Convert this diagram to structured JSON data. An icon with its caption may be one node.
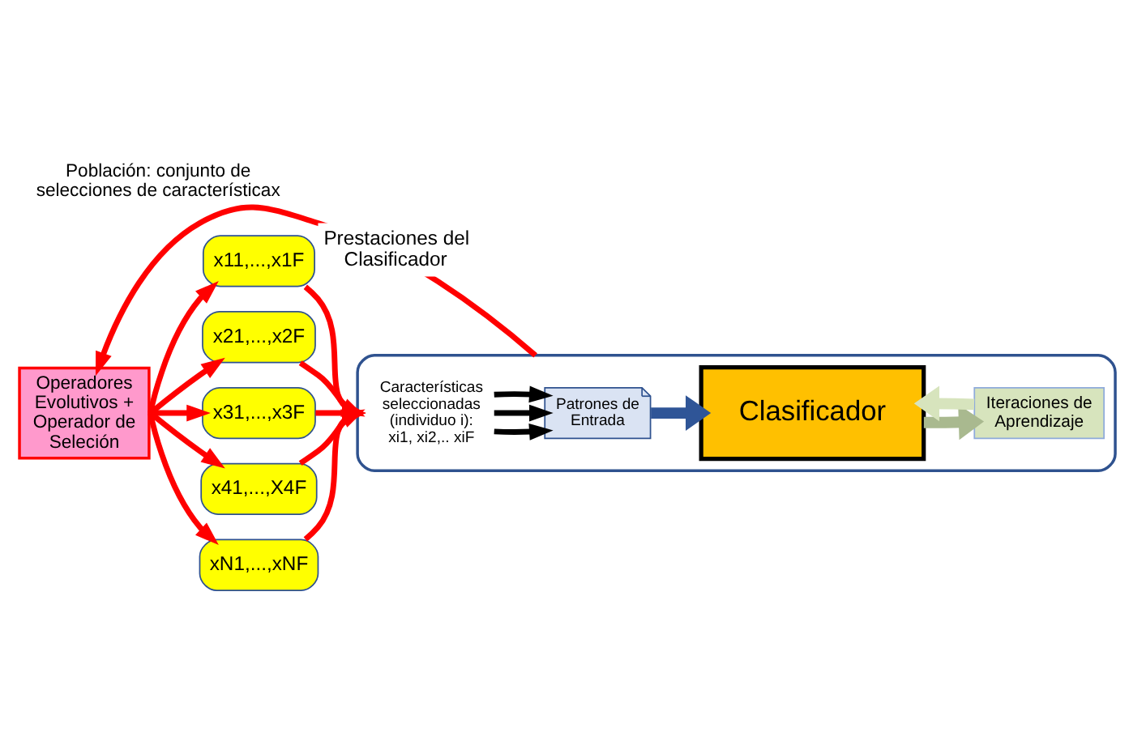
{
  "diagram": {
    "title": "Población: conjunto de selecciones de característicax",
    "nodes": [
      {
        "text": [
          "x11,...,x1F"
        ]
      },
      {
        "text": [
          "x21,...,x2F"
        ]
      },
      {
        "text": [
          "x31,...,x3F"
        ]
      },
      {
        "text": [
          "x41,...,X4F"
        ]
      },
      {
        "text": [
          "xN1,...,xNF"
        ]
      },
      {
        "text": [],
        "shape": "box"
      },
      {
        "text": [
          "Patrones de Entrada"
        ],
        "in": 5
      },
      {
        "text": [
          "Clasificador"
        ],
        "in": 5
      },
      {
        "text": [
          "Iteraciones de Aprendizaje"
        ],
        "in": 5
      },
      {
        "text": [
          "Características seleccionadas (individuo i): xi1, xi2,.. xiF"
        ],
        "in": 5
      },
      {
        "text": [
          "Operadores Evolutivos + Operador de Seleción"
        ]
      }
    ],
    "edges": [
      {
        "from": 10,
        "to": 0,
        "arrow": "to"
      },
      {
        "from": 10,
        "to": 1,
        "arrow": "to"
      },
      {
        "from": 10,
        "to": 2,
        "arrow": "to"
      },
      {
        "from": 10,
        "to": 3,
        "arrow": "to"
      },
      {
        "from": 10,
        "to": 4,
        "arrow": "to"
      },
      {
        "from": 0,
        "to": 5,
        "arrow": "to"
      },
      {
        "from": 1,
        "to": 5,
        "arrow": "to"
      },
      {
        "from": 2,
        "to": 5,
        "arrow": "to"
      },
      {
        "from": 3,
        "to": 5,
        "arrow": "to"
      },
      {
        "from": 4,
        "to": 5,
        "arrow": "to"
      },
      {
        "from": 9,
        "to": 6,
        "arrow": "to",
        "color": "#000000"
      },
      {
        "from": 9,
        "to": 6,
        "arrow": "to",
        "color": "#000000"
      },
      {
        "from": 9,
        "to": 6,
        "arrow": "to",
        "color": "#000000"
      },
      {
        "from": 6,
        "to": 7,
        "arrow": "to",
        "style": "thick",
        "color": "#2f5597"
      },
      {
        "from": 7,
        "to": 8,
        "arrow": "to",
        "style": "thick",
        "color": "#a9b98f"
      },
      {
        "from": 8,
        "to": 7,
        "arrow": "to",
        "style": "thick",
        "color": "#d7e4bd"
      },
      {
        "from": 5,
        "to": 10,
        "arrow": "to",
        "label": "Prestaciones del Clasificador"
      }
    ]
  }
}
